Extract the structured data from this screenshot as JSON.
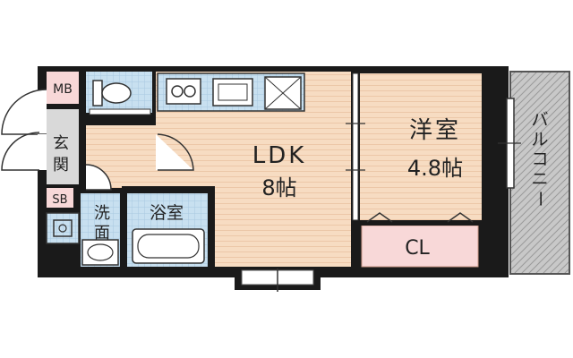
{
  "rooms": {
    "ldk": {
      "name": "LDK",
      "size": "8帖"
    },
    "western": {
      "name": "洋室",
      "size": "4.8帖"
    },
    "closet": {
      "name": "CL"
    },
    "bath": {
      "name": "浴室"
    },
    "washroom": {
      "name": "洗面"
    },
    "entrance": {
      "name": "玄関"
    },
    "balcony": {
      "name": "バルコニー"
    },
    "meter_box": {
      "name": "MB"
    },
    "shoe_box": {
      "name": "SB"
    }
  },
  "colors": {
    "wall": "#1a1a1a",
    "wood_floor": "#f7dcc2",
    "wood_line": "#ecc7a8",
    "tile_blue": "#c8e0f0",
    "tile_line": "#a9c8e0",
    "closet_pink": "#f8d8d8",
    "gray_floor": "#d9d9d9",
    "balcony_gray": "#c8c8c8"
  }
}
